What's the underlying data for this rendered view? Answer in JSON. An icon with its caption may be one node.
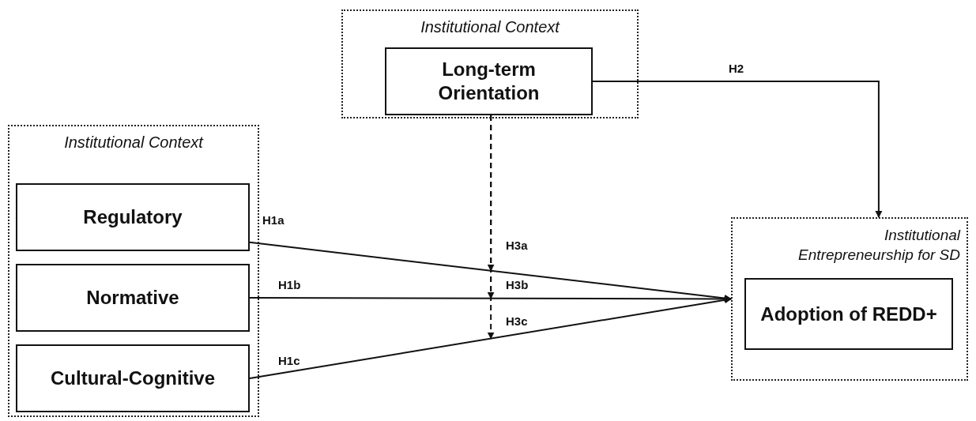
{
  "diagram": {
    "nodes": [
      {
        "text": [
          "Institutional Context"
        ]
      },
      {
        "text": [
          "Long-term Orientation"
        ],
        "in": 0
      },
      {
        "text": [
          "Institutional Context"
        ]
      },
      {
        "text": [
          "Regulatory"
        ],
        "in": 2
      },
      {
        "text": [
          "Normative"
        ],
        "in": 2
      },
      {
        "text": [
          "Cultural-Cognitive"
        ],
        "in": 2
      },
      {
        "text": [
          "Institutional Entrepreneurship for SD"
        ]
      },
      {
        "text": [
          "Adoption of REDD+"
        ],
        "in": 6
      }
    ],
    "edges": [
      {
        "from": 3,
        "to": 6,
        "arrow": "to",
        "label": "H1a"
      },
      {
        "from": 4,
        "to": 6,
        "arrow": "to",
        "label": "H1b"
      },
      {
        "from": 5,
        "to": 6,
        "arrow": "to",
        "label": "H1c"
      },
      {
        "from": 1,
        "to": 6,
        "arrow": "to",
        "label": "H2"
      },
      {
        "from": 1,
        "to": null,
        "arrow": "to",
        "label": "H3a",
        "style": "dashed"
      },
      {
        "from": 1,
        "to": null,
        "arrow": "to",
        "label": "H3b",
        "style": "dashed"
      },
      {
        "from": 1,
        "to": null,
        "arrow": "to",
        "label": "H3c",
        "style": "dashed"
      }
    ]
  }
}
